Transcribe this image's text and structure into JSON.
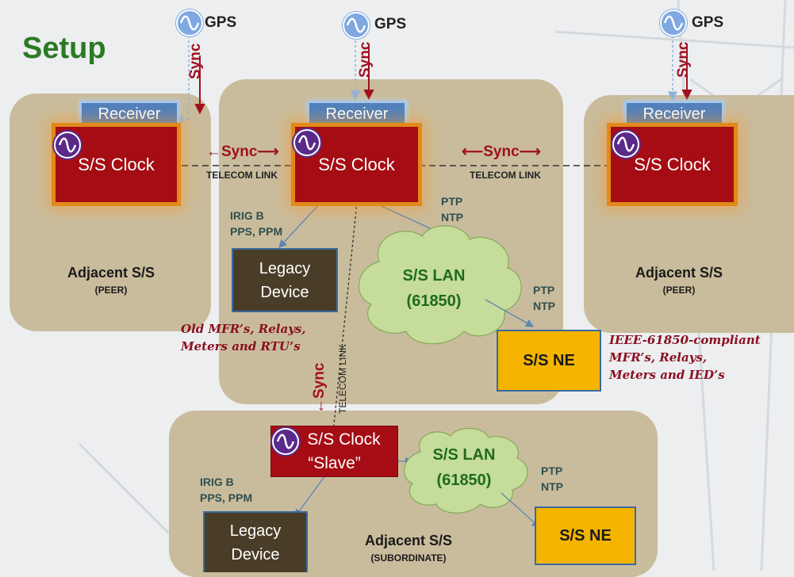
{
  "title": "Setup",
  "gps": [
    {
      "label": "GPS"
    },
    {
      "label": "GPS"
    },
    {
      "label": "GPS"
    }
  ],
  "sync_label": "Sync",
  "receiver_label": "Receiver",
  "clock_label": "S/S Clock",
  "slave_clock": {
    "line1": "S/S Clock",
    "line2": "“Slave”"
  },
  "telecom_link": "TELECOM LINK",
  "sync_arrow_left": "←Sync⟶",
  "sync_arrow_right": "⟵Sync⟶",
  "sync_arrow_down": "←Sync",
  "irig": {
    "line1": "IRIG B",
    "line2": "PPS, PPM"
  },
  "ptp": {
    "line1": "PTP",
    "line2": "NTP"
  },
  "legacy_device": {
    "line1": "Legacy",
    "line2": "Device"
  },
  "lan": {
    "line1": "S/S LAN",
    "line2": "(61850)"
  },
  "ne_label": "S/S NE",
  "adjacent_peer": {
    "name": "Adjacent S/S",
    "role": "(PEER)"
  },
  "adjacent_sub": {
    "name": "Adjacent S/S",
    "role": "(SUBORDINATE)"
  },
  "legacy_note": {
    "line1": "Old MFR’s, Relays,",
    "line2": "Meters  and RTU’s"
  },
  "compliant_note": {
    "line1": "IEEE-61850-compliant",
    "line2": "MFR’s, Relays,",
    "line3": "Meters  and IED’s"
  },
  "colors": {
    "clock_red": "#a60c14",
    "clock_glow": "#e08a1a",
    "receiver_blue": "#4f81bd",
    "zone_tan": "#c9bc9c",
    "lan_green": "#c5dc9a",
    "ne_yellow": "#f4b400",
    "sync_red": "#a01020",
    "title_green": "#2a7a22"
  }
}
